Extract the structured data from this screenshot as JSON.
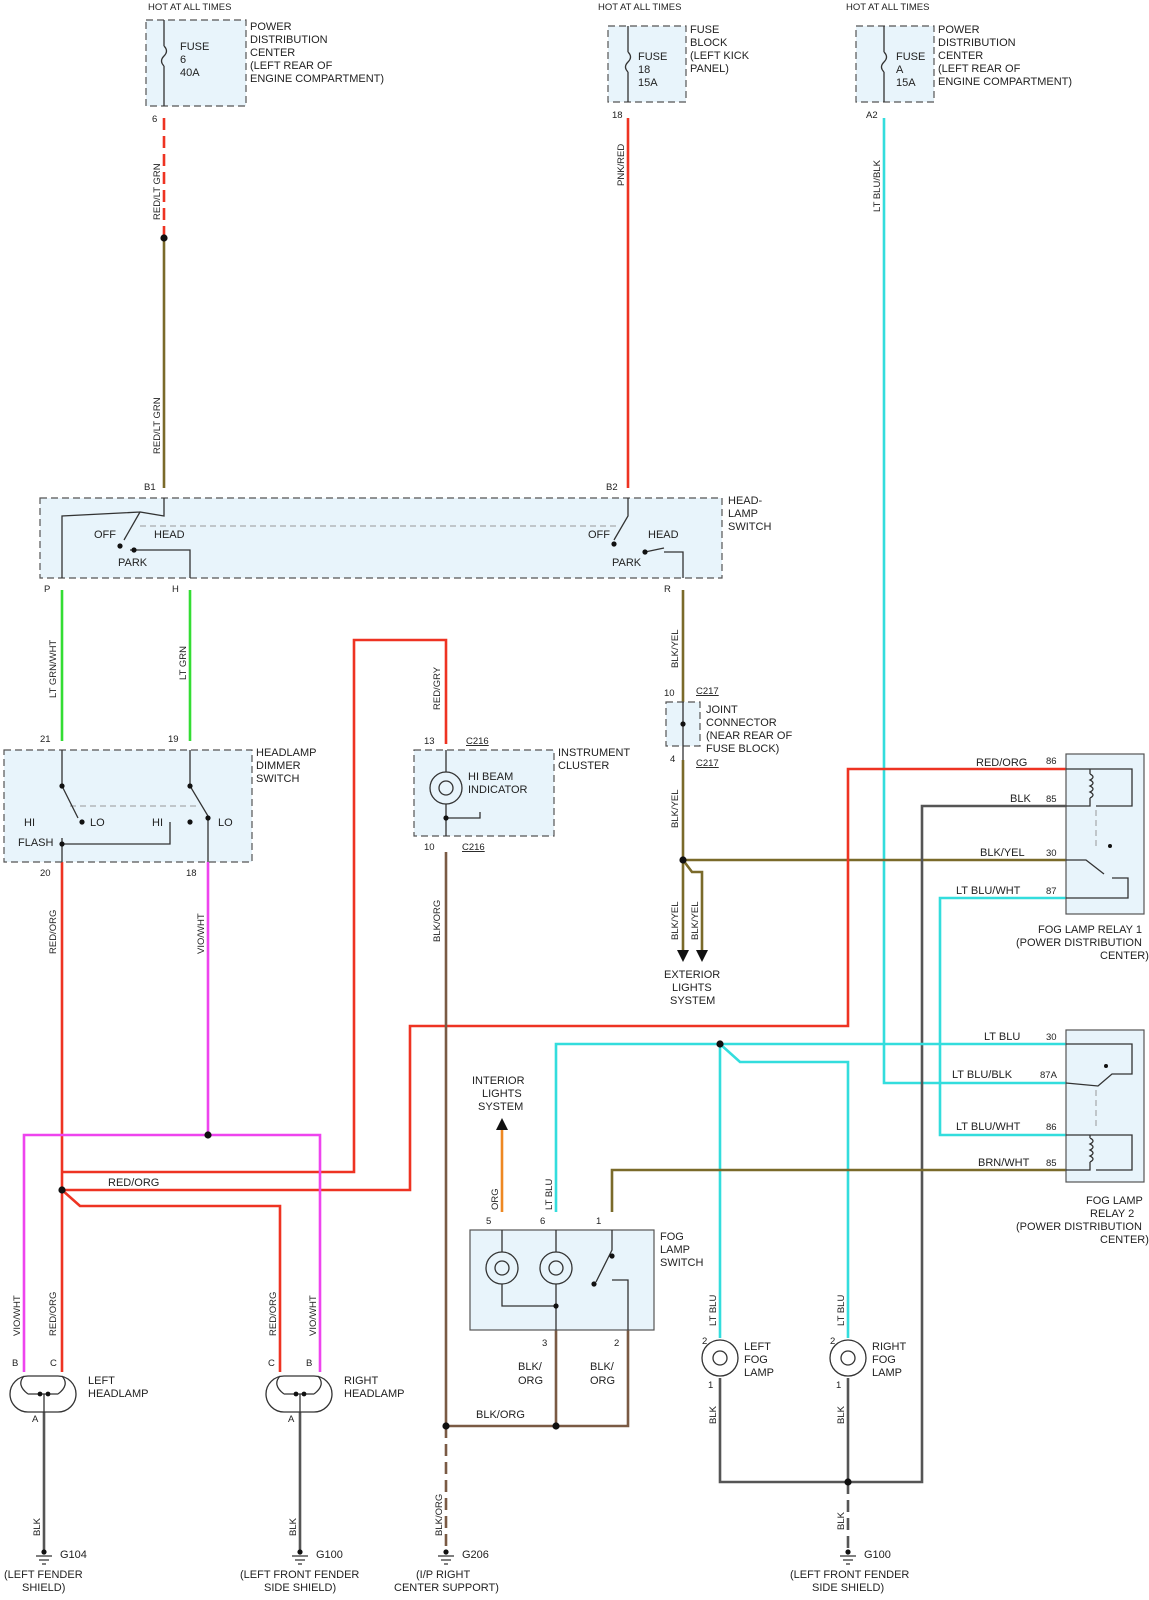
{
  "colors": {
    "red": "#ee3322",
    "green": "#33dd33",
    "magenta": "#ee44ee",
    "cyan": "#33dddd",
    "olive": "#7a6a2a",
    "brown": "#7a5a44",
    "orange": "#ee8822",
    "dark": "#555555"
  },
  "fuses": {
    "pdc6": {
      "hot": "HOT AT ALL TIMES",
      "fuse": "FUSE",
      "num": "6",
      "amp": "40A",
      "l1": "POWER",
      "l2": "DISTRIBUTION",
      "l3": "CENTER",
      "l4": "(LEFT REAR OF",
      "l5": "ENGINE COMPARTMENT)",
      "pin": "6"
    },
    "fb18": {
      "hot": "HOT AT ALL TIMES",
      "fuse": "FUSE",
      "num": "18",
      "amp": "15A",
      "l1": "FUSE",
      "l2": "BLOCK",
      "l3": "(LEFT KICK",
      "l4": "PANEL)",
      "pin": "18"
    },
    "pdcA": {
      "hot": "HOT AT ALL TIMES",
      "fuse": "FUSE",
      "num": "A",
      "amp": "15A",
      "l1": "POWER",
      "l2": "DISTRIBUTION",
      "l3": "CENTER",
      "l4": "(LEFT REAR OF",
      "l5": "ENGINE COMPARTMENT)",
      "pin": "A2"
    }
  },
  "wires": {
    "red_lt_grn": "RED/LT GRN",
    "pnk_red": "PNK/RED",
    "lt_blu_blk": "LT BLU/BLK",
    "lt_grn_wht": "LT GRN/WHT",
    "lt_grn": "LT GRN",
    "red_gry": "RED/GRY",
    "blk_yel": "BLK/YEL",
    "red_org": "RED/ORG",
    "vio_wht": "VIO/WHT",
    "blk_org": "BLK/ORG",
    "blk": "BLK",
    "lt_blu": "LT BLU",
    "lt_blu_wht": "LT BLU/WHT",
    "brn_wht": "BRN/WHT",
    "org": "ORG",
    "blk_org_split": "BLK/",
    "org_split": "ORG"
  },
  "headlamp_switch": {
    "l1": "HEAD-",
    "l2": "LAMP",
    "l3": "SWITCH",
    "off": "OFF",
    "head": "HEAD",
    "park": "PARK",
    "b1": "B1",
    "b2": "B2",
    "p": "P",
    "h": "H",
    "r": "R"
  },
  "dimmer": {
    "l1": "HEADLAMP",
    "l2": "DIMMER",
    "l3": "SWITCH",
    "hi": "HI",
    "lo": "LO",
    "flash": "FLASH",
    "p21": "21",
    "p19": "19",
    "p20": "20",
    "p18": "18"
  },
  "cluster": {
    "l1": "INSTRUMENT",
    "l2": "CLUSTER",
    "ind1": "HI BEAM",
    "ind2": "INDICATOR",
    "p13": "13",
    "p10": "10",
    "c216": "C216"
  },
  "joint": {
    "l1": "JOINT",
    "l2": "CONNECTOR",
    "l3": "(NEAR REAR OF",
    "l4": "FUSE BLOCK)",
    "p10": "10",
    "p4": "4",
    "c217": "C217"
  },
  "exterior": {
    "l1": "EXTERIOR",
    "l2": "LIGHTS",
    "l3": "SYSTEM"
  },
  "interior": {
    "l1": "INTERIOR",
    "l2": "LIGHTS",
    "l3": "SYSTEM"
  },
  "relay1": {
    "l1": "FOG LAMP RELAY 1",
    "l2": "(POWER DISTRIBUTION",
    "l3": "CENTER)",
    "p86": "86",
    "p85": "85",
    "p30": "30",
    "p87": "87"
  },
  "relay2": {
    "l1": "FOG LAMP",
    "l2": "RELAY 2",
    "l3": "(POWER DISTRIBUTION",
    "l4": "CENTER)",
    "p30": "30",
    "p87a": "87A",
    "p86": "86",
    "p85": "85"
  },
  "fog_switch": {
    "l1": "FOG",
    "l2": "LAMP",
    "l3": "SWITCH",
    "p5": "5",
    "p6": "6",
    "p1": "1",
    "p3": "3",
    "p2": "2"
  },
  "left_headlamp": {
    "l1": "LEFT",
    "l2": "HEADLAMP",
    "b": "B",
    "c": "C",
    "a": "A"
  },
  "right_headlamp": {
    "l1": "RIGHT",
    "l2": "HEADLAMP",
    "c": "C",
    "b": "B",
    "a": "A"
  },
  "left_fog": {
    "l1": "LEFT",
    "l2": "FOG",
    "l3": "LAMP",
    "p2": "2",
    "p1": "1"
  },
  "right_fog": {
    "l1": "RIGHT",
    "l2": "FOG",
    "l3": "LAMP",
    "p2": "2",
    "p1": "1"
  },
  "grounds": {
    "g104": {
      "id": "G104",
      "l1": "(LEFT FENDER",
      "l2": "SHIELD)"
    },
    "g100a": {
      "id": "G100",
      "l1": "(LEFT FRONT FENDER",
      "l2": "SIDE SHIELD)"
    },
    "g206": {
      "id": "G206",
      "l1": "(I/P RIGHT",
      "l2": "CENTER SUPPORT)"
    },
    "g100b": {
      "id": "G100",
      "l1": "(LEFT FRONT FENDER",
      "l2": "SIDE SHIELD)"
    }
  }
}
